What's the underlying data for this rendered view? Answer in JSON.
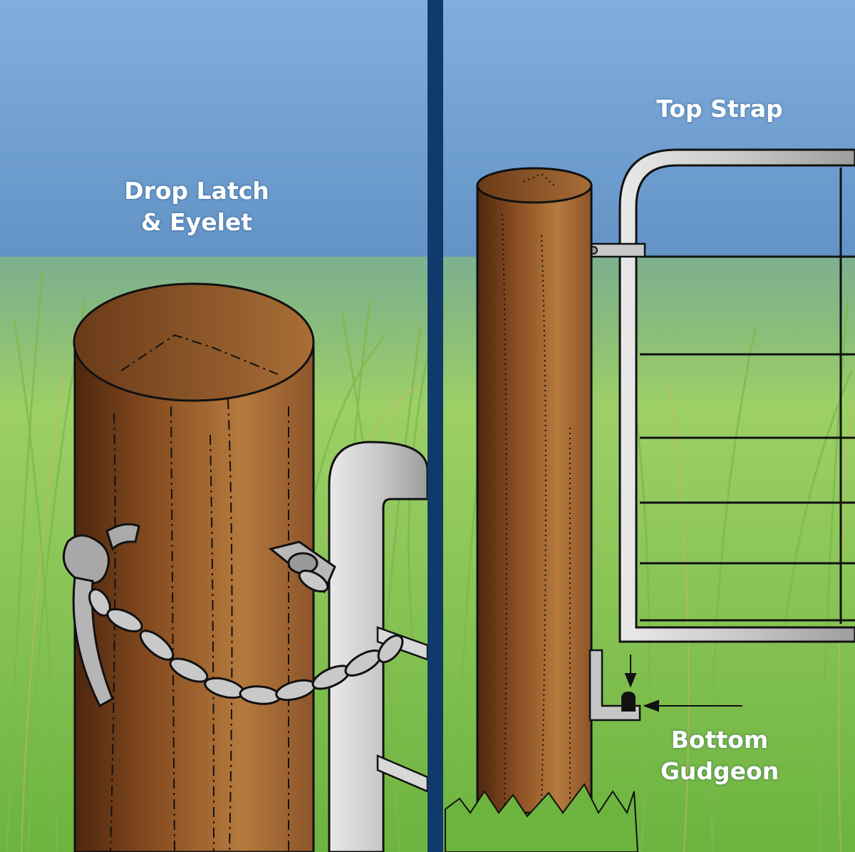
{
  "labels": {
    "drop_latch_line1": "Drop Latch",
    "drop_latch_line2": "& Eyelet",
    "top_strap": "Top Strap",
    "bottom_gudgeon_line1": "Bottom",
    "bottom_gudgeon_line2": "Gudgeon"
  },
  "colors": {
    "sky_top": "#7aa7d6",
    "sky_mid": "#4f80b6",
    "sky_bottom": "#3a6ea5",
    "grass_light": "#a9d66a",
    "grass_dark": "#5fa83a",
    "post_dark": "#5a2e12",
    "post_light": "#b07238",
    "metal": "#c8c8c8",
    "divider": "#0f3a6b",
    "label_text": "#ffffff"
  }
}
